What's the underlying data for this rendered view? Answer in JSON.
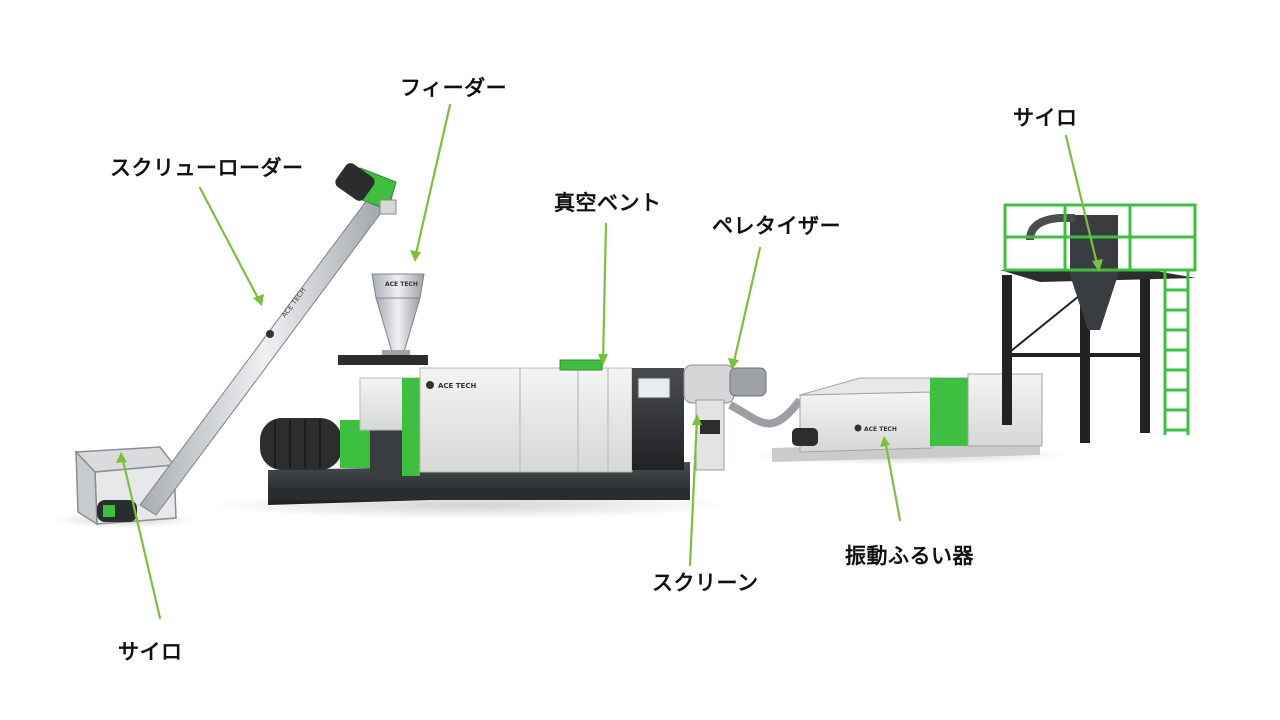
{
  "labels": {
    "feeder": "フィーダー",
    "screw_loader": "スクリューローダー",
    "vacuum_vent": "真空ベント",
    "pelletizer": "ペレタイザー",
    "silo_right": "サイロ",
    "silo_left": "サイロ",
    "screen": "スクリーン",
    "vibrating_sieve": "振動ふるい器"
  },
  "brand": {
    "logo_text": "ACE TECH"
  },
  "colors": {
    "accent_green": "#3fbf3f",
    "leader_line": "#7cbf3a",
    "machine_gray": "#e4e6e4",
    "machine_dark": "#2d2f30",
    "steel": "#c8ccd0"
  }
}
